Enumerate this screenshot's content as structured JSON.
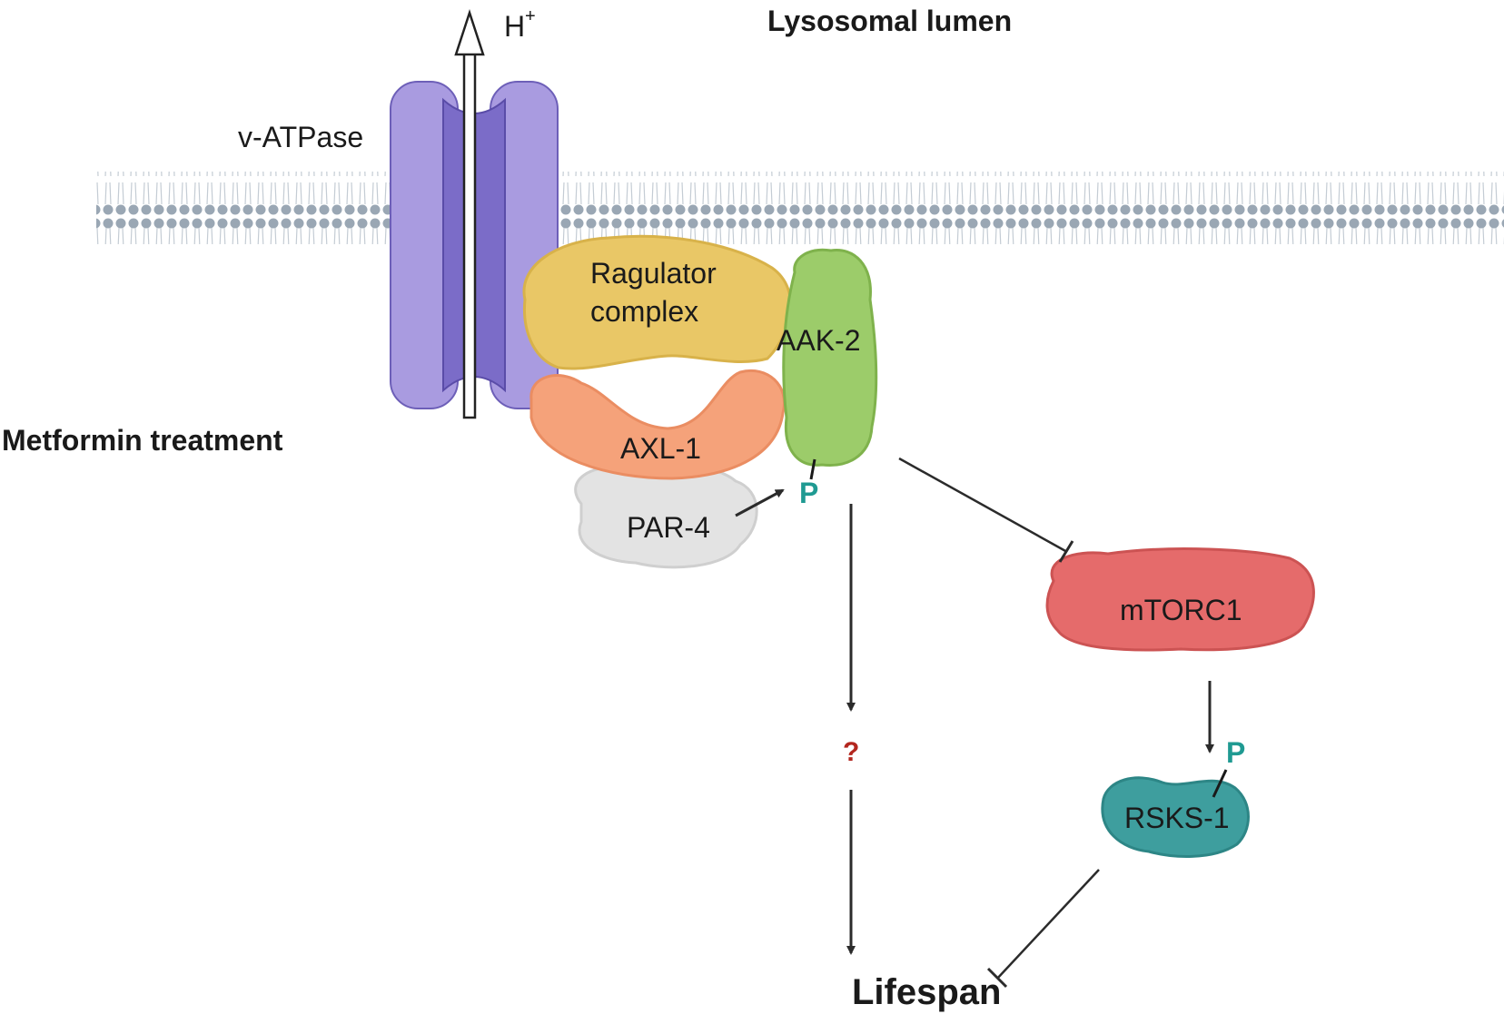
{
  "labels": {
    "lumen": "Lysosomal lumen",
    "treatment": "Metformin treatment",
    "v_atpase": "v-ATPase",
    "proton": "H",
    "proton_sup": "+",
    "ragulator_line1": "Ragulator",
    "ragulator_line2": "complex",
    "aak2": "AAK-2",
    "axl1": "AXL-1",
    "par4": "PAR-4",
    "mtorc1": "mTORC1",
    "rsks1": "RSKS-1",
    "phospho_aak2": "P",
    "phospho_rsks1": "P",
    "unknown": "?",
    "lifespan": "Lifespan"
  },
  "colors": {
    "membrane": "#9aa7b4",
    "v_atpase": "#a99be0",
    "v_atpase_dark": "#7b6cc8",
    "ragulator": "#e9c766",
    "aak2": "#9ccc6a",
    "axl1": "#f5a27a",
    "par4": "#e3e3e3",
    "mtorc1": "#e56b6b",
    "rsks1": "#3e9e9e",
    "phospho": "#1f9a92",
    "unknown": "#b3261e",
    "arrow": "#2b2b2b"
  },
  "icons": [
    "lipid-bilayer-icon",
    "v-atpase-channel-icon",
    "proton-arrow-icon"
  ]
}
